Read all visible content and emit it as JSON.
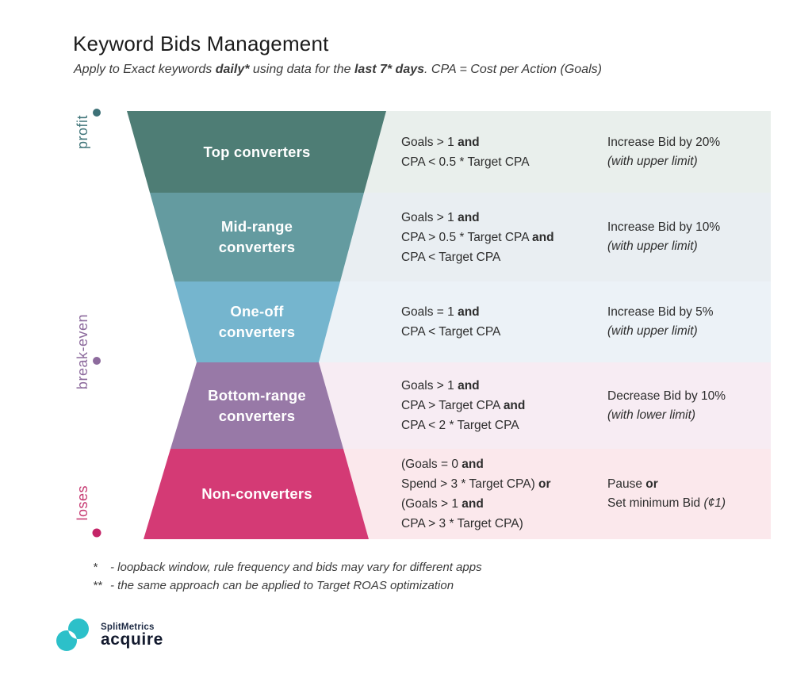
{
  "header": {
    "title": "Keyword Bids Management",
    "subtitle_segments": [
      {
        "t": "Apply to Exact keywords ",
        "b": false
      },
      {
        "t": "daily*",
        "b": true
      },
      {
        "t": " using data for the ",
        "b": false
      },
      {
        "t": "last 7* days",
        "b": true
      },
      {
        "t": ". CPA = Cost per Action (Goals)",
        "b": false
      }
    ]
  },
  "axis": {
    "gradient": [
      "#3d7177",
      "#64a9bd",
      "#8d6b9d",
      "#c42568"
    ],
    "dot_colors": [
      "#3d7177",
      "#8d6b9d",
      "#c42568"
    ],
    "labels": [
      {
        "text": "profit",
        "color": "#3f7479"
      },
      {
        "text": "break-even",
        "color": "#8d6b9d"
      },
      {
        "text": "loses",
        "color": "#c63a72"
      }
    ]
  },
  "funnel_rows": [
    {
      "label_lines": [
        "Top converters"
      ],
      "color": "#4e7d75",
      "tint": "#e9efec",
      "conditions": [
        [
          {
            "t": "Goals > 1 "
          },
          {
            "t": "and",
            "b": true
          }
        ],
        [
          {
            "t": "CPA < 0.5 * Target CPA"
          }
        ]
      ],
      "action": [
        [
          {
            "t": "Increase Bid by 20%"
          }
        ],
        [
          {
            "t": "(with upper limit)",
            "i": true
          }
        ]
      ]
    },
    {
      "label_lines": [
        "Mid-range",
        "converters"
      ],
      "color": "#649ba0",
      "tint": "#e9eef2",
      "conditions": [
        [
          {
            "t": "Goals > 1 "
          },
          {
            "t": "and",
            "b": true
          }
        ],
        [
          {
            "t": "CPA > 0.5 * Target CPA "
          },
          {
            "t": "and",
            "b": true
          }
        ],
        [
          {
            "t": "CPA < Target CPA"
          }
        ]
      ],
      "action": [
        [
          {
            "t": "Increase Bid by 10%"
          }
        ],
        [
          {
            "t": "(with upper limit)",
            "i": true
          }
        ]
      ]
    },
    {
      "label_lines": [
        "One-off",
        "converters"
      ],
      "color": "#75b5ce",
      "tint": "#ecf2f7",
      "conditions": [
        [
          {
            "t": "Goals = 1 "
          },
          {
            "t": "and",
            "b": true
          }
        ],
        [
          {
            "t": "CPA < Target CPA"
          }
        ]
      ],
      "action": [
        [
          {
            "t": "Increase Bid by 5%"
          }
        ],
        [
          {
            "t": "(with upper limit)",
            "i": true
          }
        ]
      ]
    },
    {
      "label_lines": [
        "Bottom-range",
        "converters"
      ],
      "color": "#9879a7",
      "tint": "#f7ecf3",
      "conditions": [
        [
          {
            "t": "Goals > 1 "
          },
          {
            "t": "and",
            "b": true
          }
        ],
        [
          {
            "t": "CPA > Target CPA "
          },
          {
            "t": "and",
            "b": true
          }
        ],
        [
          {
            "t": "CPA < 2 * Target CPA"
          }
        ]
      ],
      "action": [
        [
          {
            "t": "Decrease Bid by 10%"
          }
        ],
        [
          {
            "t": "(with lower limit)",
            "i": true
          }
        ]
      ]
    },
    {
      "label_lines": [
        "Non-converters"
      ],
      "color": "#d43a75",
      "tint": "#fbe8ec",
      "conditions": [
        [
          {
            "t": "(Goals = 0 "
          },
          {
            "t": "and",
            "b": true
          }
        ],
        [
          {
            "t": "Spend > 3 * Target CPA) "
          },
          {
            "t": "or",
            "b": true
          }
        ],
        [
          {
            "t": "(Goals > 1 "
          },
          {
            "t": "and",
            "b": true
          }
        ],
        [
          {
            "t": "CPA > 3 * Target CPA)"
          }
        ]
      ],
      "action": [
        [
          {
            "t": "Pause "
          },
          {
            "t": "or",
            "b": true
          }
        ],
        [
          {
            "t": "Set minimum Bid "
          },
          {
            "t": "(¢1)",
            "i": true
          }
        ]
      ]
    }
  ],
  "footnotes": [
    {
      "marker": "*",
      "text": "- loopback window, rule frequency and bids may vary for different apps"
    },
    {
      "marker": "**",
      "text": "- the same approach can be applied to Target ROAS optimization"
    }
  ],
  "logo": {
    "name": "SplitMetrics",
    "product": "acquire",
    "icon_color": "#2cc0c9"
  }
}
